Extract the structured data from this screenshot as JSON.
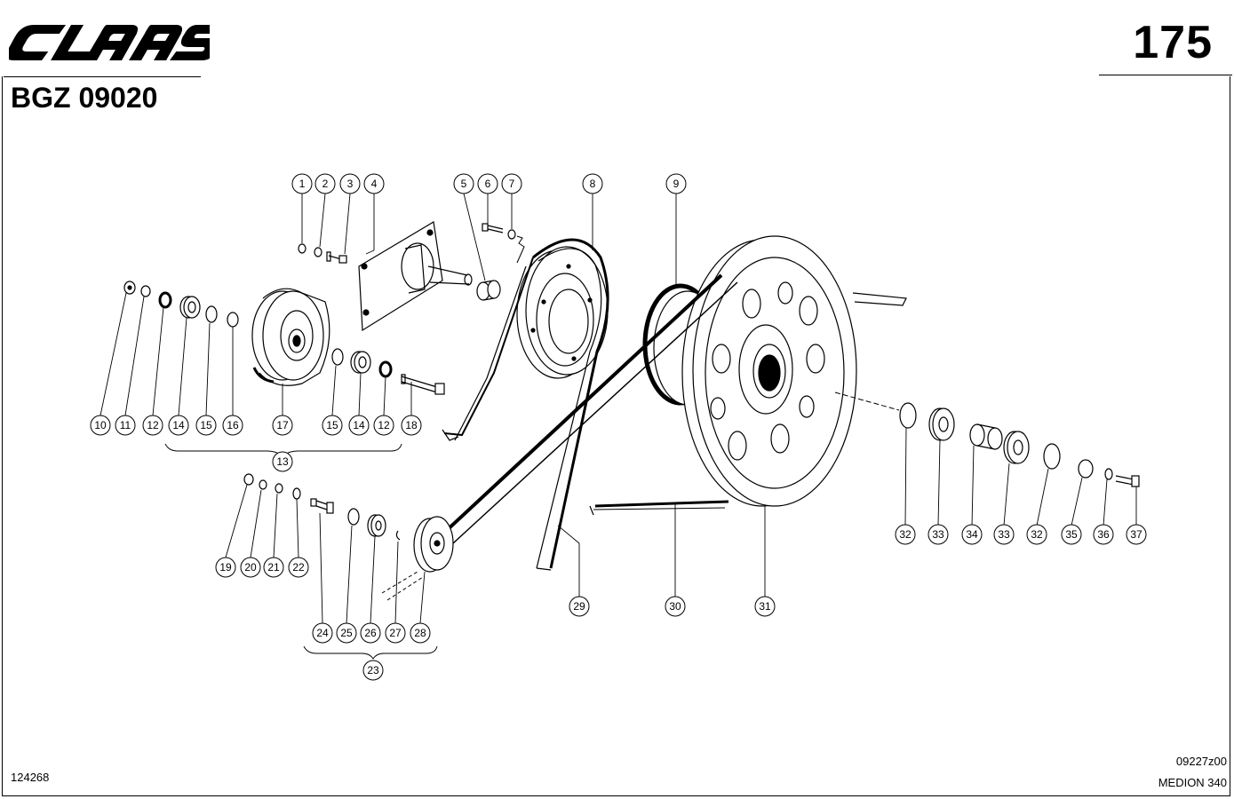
{
  "header": {
    "brand": "CLAAS",
    "page_number": "175",
    "group_code": "BGZ 09020"
  },
  "footer": {
    "doc_number": "124268",
    "drawing_code": "09227z00",
    "model": "MEDION 340"
  },
  "callouts": {
    "c1": "1",
    "c2": "2",
    "c3": "3",
    "c4": "4",
    "c5": "5",
    "c6": "6",
    "c7": "7",
    "c8": "8",
    "c9": "9",
    "c10": "10",
    "c11": "11",
    "c12a": "12",
    "c14a": "14",
    "c15a": "15",
    "c16": "16",
    "c17": "17",
    "c15b": "15",
    "c14b": "14",
    "c12b": "12",
    "c18": "18",
    "c13": "13",
    "c19": "19",
    "c20": "20",
    "c21": "21",
    "c22": "22",
    "c24": "24",
    "c25": "25",
    "c26": "26",
    "c27": "27",
    "c28": "28",
    "c23": "23",
    "c29": "29",
    "c30": "30",
    "c31": "31",
    "c32a": "32",
    "c33a": "33",
    "c34": "34",
    "c33b": "33",
    "c32b": "32",
    "c35": "35",
    "c36": "36",
    "c37": "37"
  }
}
